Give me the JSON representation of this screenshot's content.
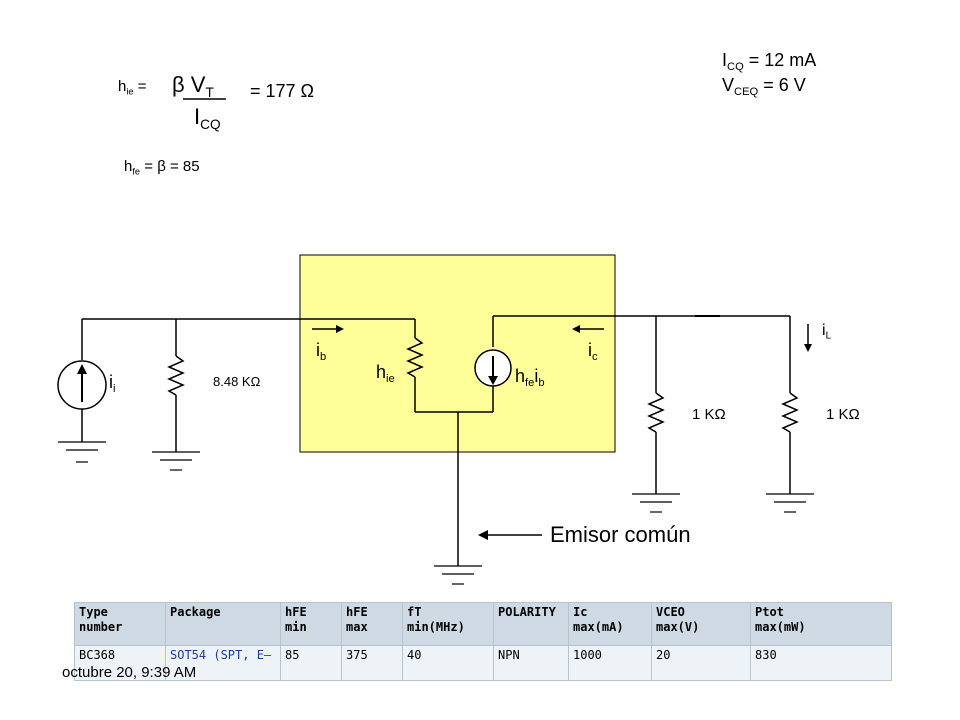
{
  "formulas": {
    "hie_lhs": "h",
    "hie_sub": "ie",
    "hie_eq": "=",
    "numerator": "β V",
    "numerator_sub": "T",
    "denominator": "I",
    "denominator_sub": "CQ",
    "hie_result": "= 177 Ω",
    "hfe_lhs": "h",
    "hfe_sub": "fe",
    "hfe_rest": "= β = 85"
  },
  "operating_point": {
    "icq_label": "I",
    "icq_sub": "CQ",
    "icq_value": "= 12 mA",
    "vceq_label": "V",
    "vceq_sub": "CEQ",
    "vceq_value": "= 6 V"
  },
  "circuit": {
    "ii": "i",
    "ii_sub": "i",
    "source_resistor": "8.48 KΩ",
    "ib": "i",
    "ib_sub": "b",
    "hie": "h",
    "hie_sub": "ie",
    "hfeib": "h",
    "hfeib_sub": "fe",
    "hfeib_i": "i",
    "hfeib_i_sub": "b",
    "ic": "i",
    "ic_sub": "c",
    "il": "i",
    "il_sub": "L",
    "rc": "1 KΩ",
    "rl": "1 KΩ",
    "caption": "Emisor común",
    "box_color": "#ffff99"
  },
  "spec_table": {
    "headers": [
      "Type\nnumber",
      "Package",
      "hFE\nmin",
      "hFE\nmax",
      "fT\nmin(MHz)",
      "POLARITY",
      "Ic\nmax(mA)",
      "VCEO\nmax(V)",
      "Ptot\nmax(mW)"
    ],
    "row": [
      "BC368",
      "SOT54 (SPT, E–",
      "85",
      "375",
      "40",
      "NPN",
      "1000",
      "20",
      "830"
    ]
  },
  "footer": "octubre 20, 9:39 AM"
}
